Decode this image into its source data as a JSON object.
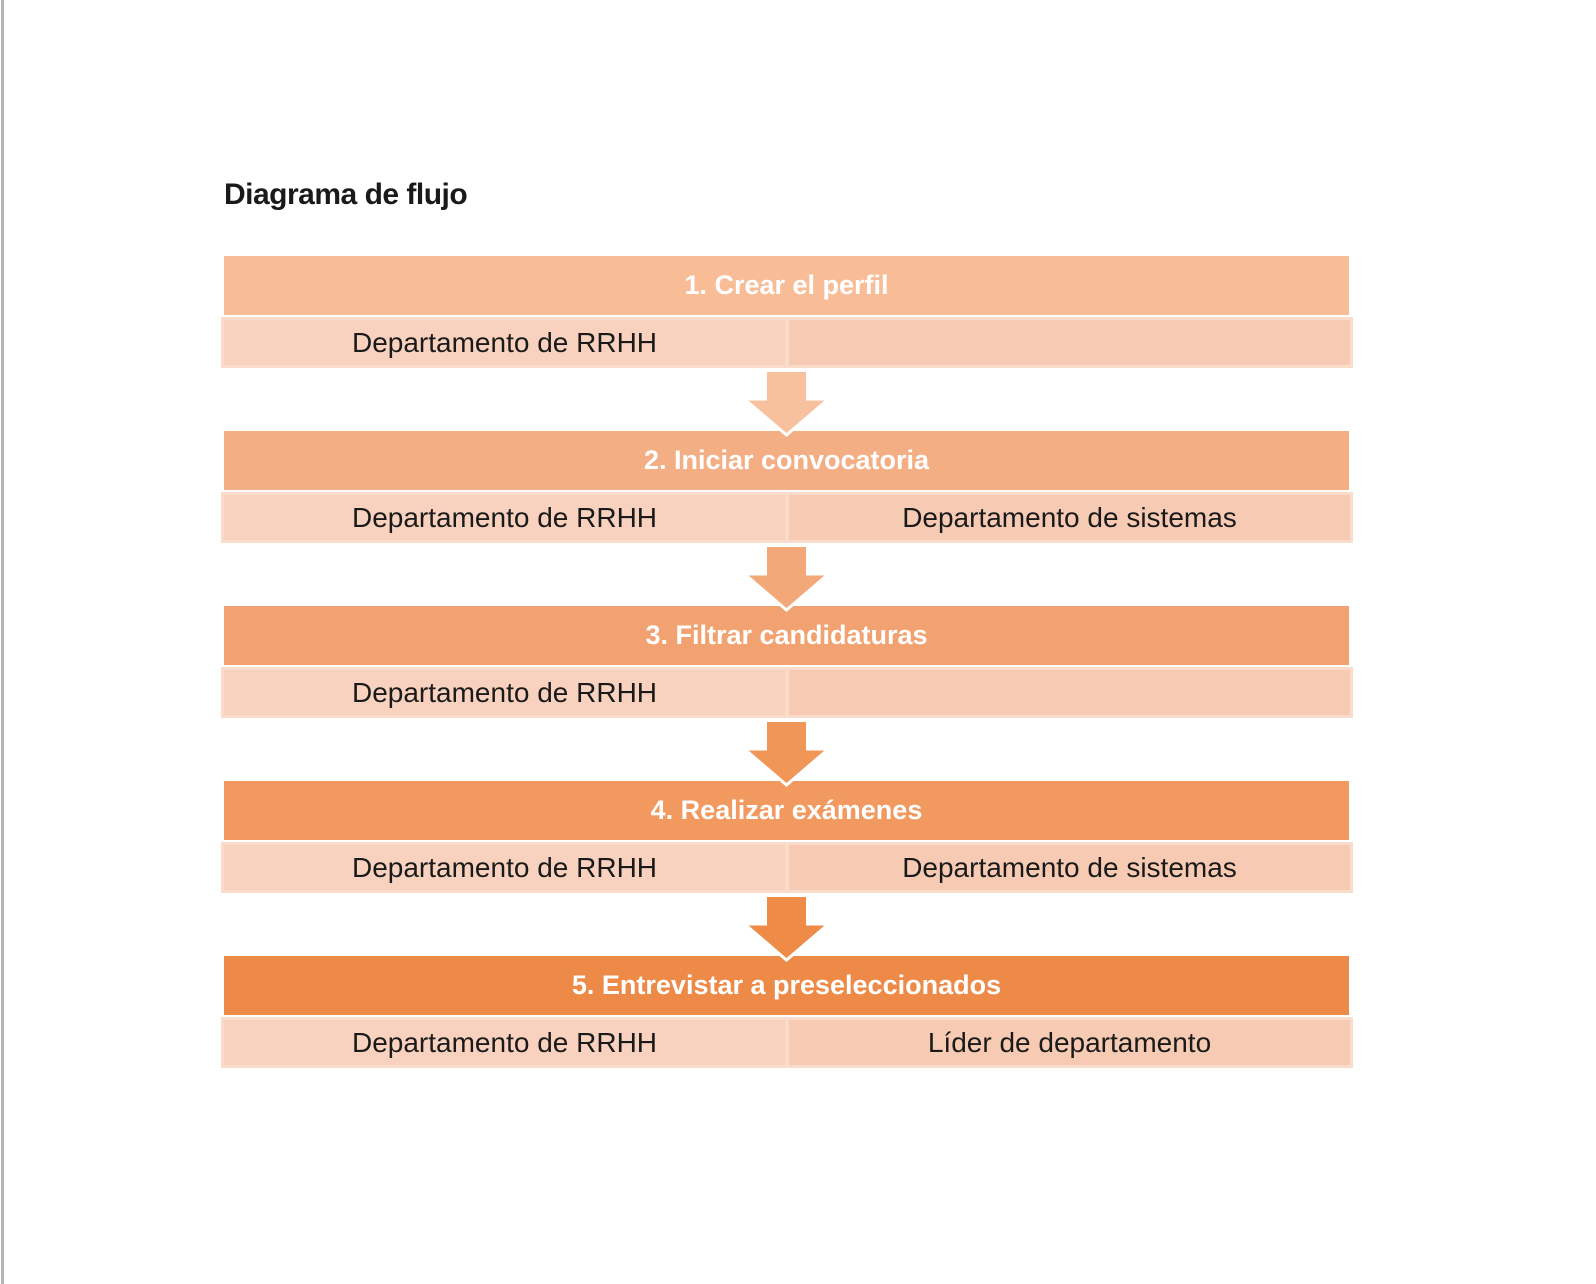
{
  "title": "Diagrama de flujo",
  "palette": {
    "cell_left_bg": "#f8d2bf",
    "cell_right_bg": "#f7cbb3",
    "cell_border": "#fbdccb",
    "header_text": "#ffffff",
    "body_text": "#1a1a1a",
    "window_edge": "#b5b5b5",
    "arrow_outline": "#ffffff"
  },
  "steps": [
    {
      "title": "1. Crear el perfil",
      "header_color": "#f8bd97",
      "cells": [
        "Departamento de RRHH",
        ""
      ]
    },
    {
      "title": "2. Iniciar convocatoria",
      "header_color": "#f4ae84",
      "cells": [
        "Departamento de RRHH",
        "Departamento de sistemas"
      ]
    },
    {
      "title": "3. Filtrar candidaturas",
      "header_color": "#f2a271",
      "cells": [
        "Departamento de RRHH",
        ""
      ]
    },
    {
      "title": "4. Realizar exámenes",
      "header_color": "#f1995e",
      "cells": [
        "Departamento de RRHH",
        "Departamento de sistemas"
      ]
    },
    {
      "title": "5. Entrevistar a preseleccionados",
      "header_color": "#ee8a48",
      "cells": [
        "Departamento de RRHH",
        "Líder de departamento"
      ]
    }
  ],
  "arrows": [
    {
      "name": "arrow-1",
      "color": "#f7c19e"
    },
    {
      "name": "arrow-2",
      "color": "#f3a87a"
    },
    {
      "name": "arrow-3",
      "color": "#f09758"
    },
    {
      "name": "arrow-4",
      "color": "#ee8b47"
    }
  ]
}
